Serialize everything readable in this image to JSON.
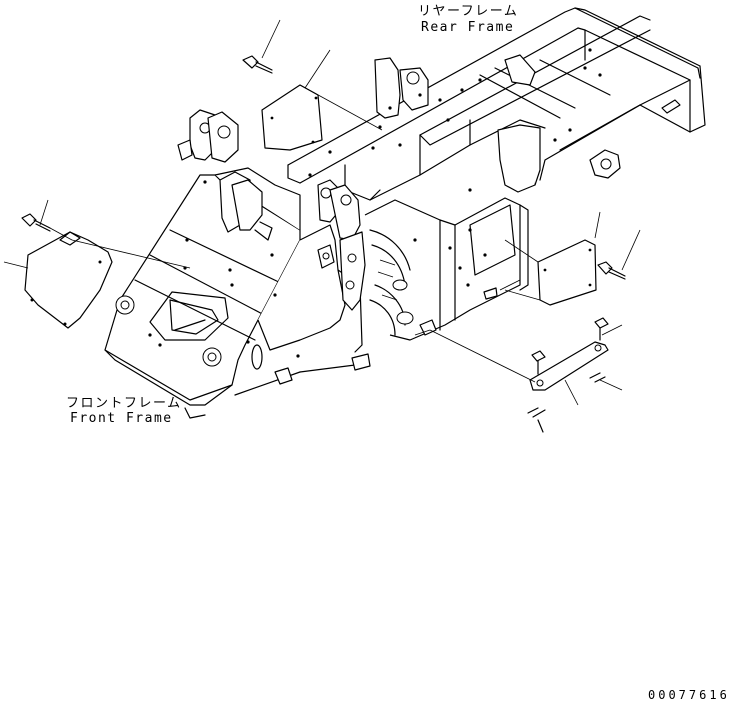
{
  "labels": {
    "rear_frame_jp": "リヤーフレーム",
    "rear_frame_en": "Rear Frame",
    "front_frame_jp": "フロントフレーム",
    "front_frame_en": "Front Frame"
  },
  "drawing_code": "00077616"
}
